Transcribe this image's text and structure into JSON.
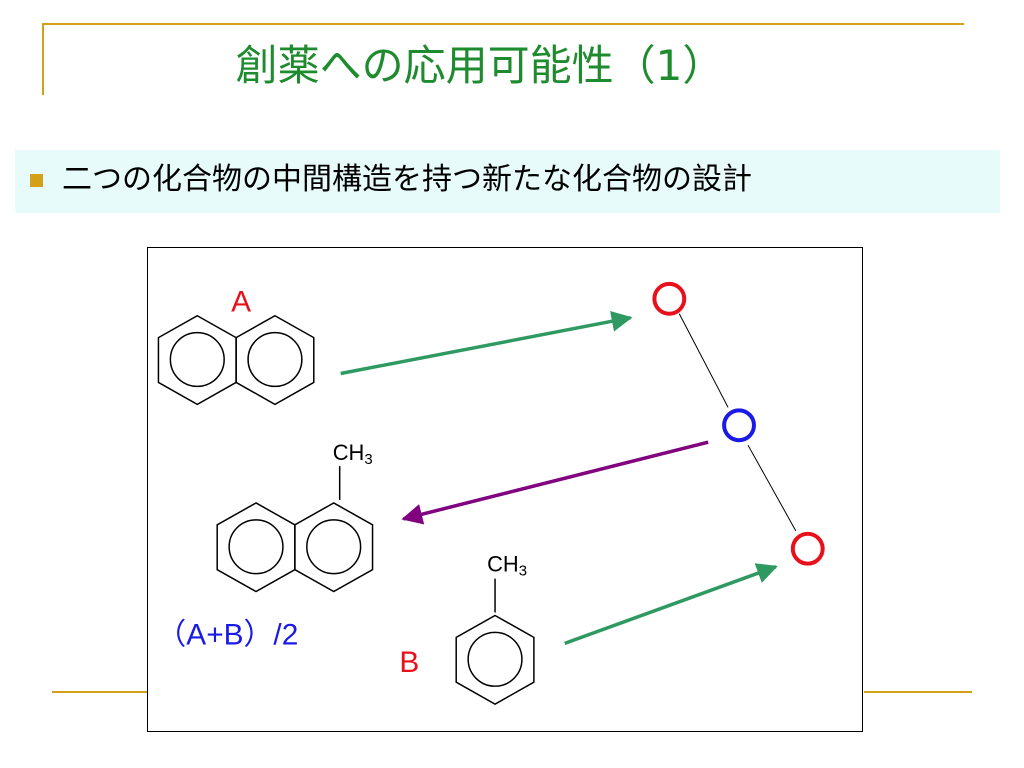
{
  "slide": {
    "title": "創薬への応用可能性（1）",
    "bullet": "二つの化合物の中間構造を持つ新たな化合物の設計"
  },
  "diagram": {
    "labels": {
      "a": "A",
      "b": "B",
      "mix": "（A+B）/2",
      "ch3_top": "CH",
      "ch3_top_sub": "3",
      "ch3_bottom": "CH",
      "ch3_bottom_sub": "3"
    },
    "colors": {
      "label_red": "#e8101a",
      "label_blue": "#1a1ae6",
      "arrow_green": "#2e9960",
      "arrow_purple": "#800080",
      "node_red": "#e8101a",
      "node_blue": "#1a1ae6",
      "accent_gold": "#d4a017",
      "title_green": "#1e8c2e"
    }
  }
}
